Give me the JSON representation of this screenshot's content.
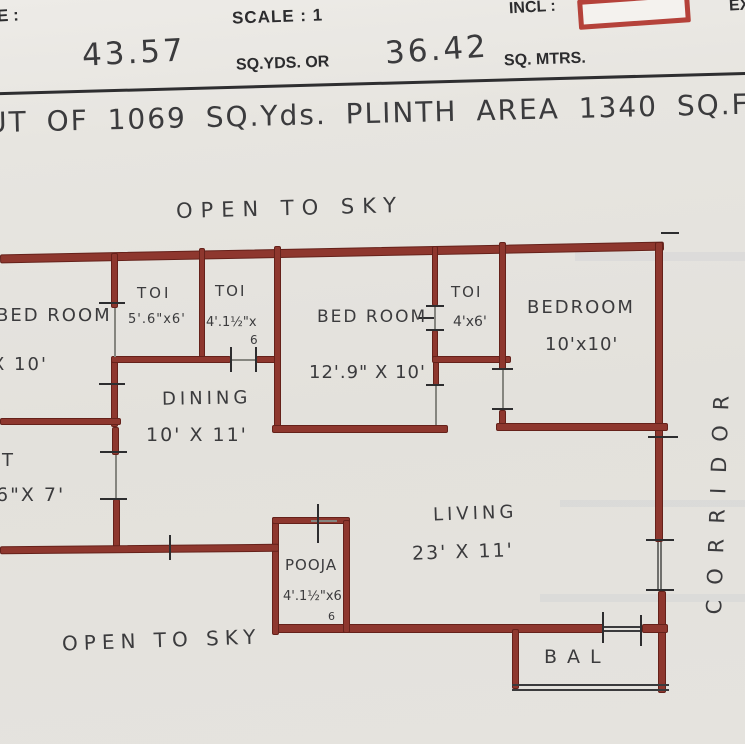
{
  "colors": {
    "wall_red": "#8e372e",
    "ink": "#3b3b3d",
    "print_ink": "#2c2c2e",
    "paper": "#e5e3de",
    "box_red": "#b5423a"
  },
  "header": {
    "partial_left": "E :",
    "scale": "SCALE : 1",
    "incl": "INCL :",
    "partial_right": "EX",
    "sqyds_value": "43.57",
    "sqyds_label": "SQ.YDS. OR",
    "sqmtrs_value": "36.42",
    "sqmtrs_label": "SQ. MTRS.",
    "plinth_line": "UT OF 1069 SQ.Yds. PLINTH AREA 1340 SQ.F"
  },
  "plan": {
    "open_to_sky_top": "OPEN TO SKY",
    "open_to_sky_bottom": "OPEN TO SKY",
    "corridor": "CORRIDOR",
    "rooms": {
      "bedroom_left": {
        "name": "BED ROOM",
        "dim": "X 10'"
      },
      "toilet_1": {
        "name": "TOI",
        "dim": "5'.6\"x6'"
      },
      "toilet_2": {
        "name": "TOI",
        "dim": "4'.1½\"x",
        "dim2": "6"
      },
      "dining": {
        "name": "DINING",
        "dim": "10' X 11'"
      },
      "kitchen": {
        "name": "T",
        "dim": "6\"X 7'"
      },
      "bedroom_center": {
        "name": "BED ROOM",
        "dim": "12'.9\" X 10'"
      },
      "toilet_3": {
        "name": "TOI",
        "dim": "4'x6'"
      },
      "bedroom_right": {
        "name": "BEDROOM",
        "dim": "10'x10'"
      },
      "living": {
        "name": "LIVING",
        "dim": "23' X 11'"
      },
      "pooja": {
        "name": "POOJA",
        "dim": "4'.1½\"x6",
        "dim2": "6"
      },
      "balcony": {
        "name": "BAL"
      }
    }
  }
}
